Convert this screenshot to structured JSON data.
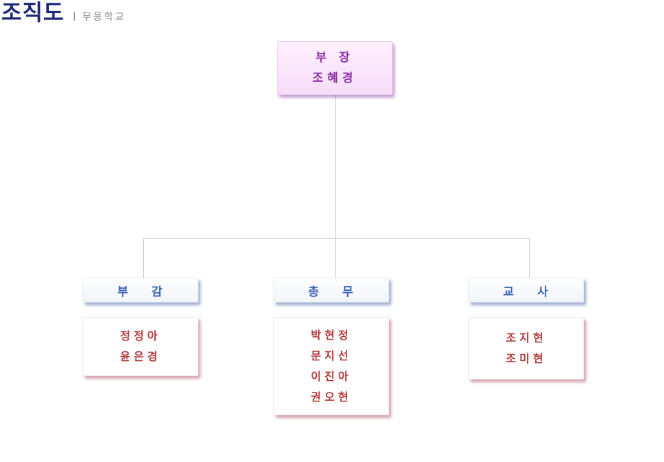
{
  "header": {
    "title": "조직도",
    "subtitle": "무용학교"
  },
  "chart": {
    "head": {
      "role": "부 장",
      "name": "조혜경"
    },
    "departments": [
      {
        "role": "부 감",
        "members": [
          "정정아",
          "윤은경"
        ]
      },
      {
        "role": "총 무",
        "members": [
          "박현정",
          "문지선",
          "이진아",
          "권오현"
        ]
      },
      {
        "role": "교 사",
        "members": [
          "조지현",
          "조미현"
        ]
      }
    ]
  },
  "colors": {
    "title": "#1e2a78",
    "head_text": "#8a2fa8",
    "head_fill": "#fbe4fc",
    "role_text": "#3a64b8",
    "member_text": "#b23a3a",
    "connector": "#c9c9c9"
  }
}
